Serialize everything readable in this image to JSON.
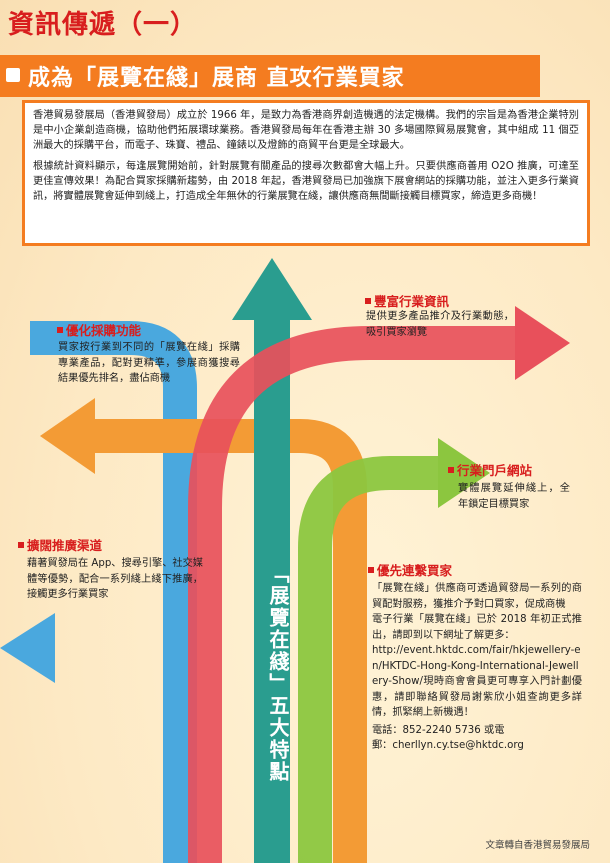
{
  "header": {
    "title": "資訊傳遞（一）",
    "banner": "成為「展覽在綫」展商 直攻行業買家"
  },
  "intro": {
    "p1": "香港貿易發展局（香港貿發局）成立於 1966 年，是致力為香港商界創造機遇的法定機構。我們的宗旨是為香港企業特別是中小企業創造商機，協助他們拓展環球業務。香港貿發局每年在香港主辦 30 多場國際貿易展覽會，其中組成 11 個亞洲最大的採購平台，而電子、珠寶、禮品、鐘錶以及燈飾的商貿平台更是全球最大。",
    "p2": "根據統計資料顯示，每逢展覽開始前，針對展覽有關產品的搜尋次數都會大幅上升。只要供應商善用 O2O 推廣，可達至更佳宣傳效果！為配合買家採購新趨勢，由 2018 年起，香港貿發局已加強旗下展會網站的採購功能，並注入更多行業資訊，將實體展覽會延伸到綫上，打造成全年無休的行業展覽在綫，讓供應商無間斷接觸目標買家，締造更多商機！"
  },
  "center_title": "「展覽在綫」五大特點",
  "sections": {
    "rich_info": {
      "title": "豐富行業資訊",
      "body": "提供更多產品推介及行業動態，吸引買家瀏覽"
    },
    "optimize": {
      "title": "優化採購功能",
      "body": "買家按行業到不同的「展覽在綫」採購專業產品，配對更精準，參展商獲搜尋結果優先排名，盡佔商機"
    },
    "portal": {
      "title": "行業門戶網站",
      "body": "實體展覽延伸綫上，全年鎖定目標買家"
    },
    "channels": {
      "title": "擴闊推廣渠道",
      "body": "藉著貿發局在 App、搜尋引擎、社交媒體等優勢，配合一系列綫上綫下推廣，接觸更多行業買家"
    },
    "priority": {
      "title": "優先連繫買家",
      "body1": "「展覽在綫」供應商可透過貿發局一系列的商貿配對服務，獲推介予對口買家，促成商機",
      "body2": "電子行業「展覽在綫」已於 2018 年初正式推出，請即到以下網址了解更多：",
      "url": "http://event.hktdc.com/fair/hkjewellery-en/HKTDC-Hong-Kong-International-Jewellery-Show/",
      "body3": "現時商會會員更可專享入門計劃優惠，請即聯絡貿發局謝紫欣小姐查詢更多詳情，抓緊網上新機遇！",
      "phone": "電話：852-2240 5736 或電",
      "email": "郵：cherllyn.cy.tse@hktdc.org"
    }
  },
  "footer": {
    "source": "文章轉自香港貿易發展局"
  },
  "colors": {
    "title_red": "#d81e1e",
    "banner_orange": "#f47c20",
    "arrow_teal": "#2a9d8f",
    "arrow_red": "#e8505b",
    "arrow_orange": "#f39b35",
    "arrow_green": "#8cc63f",
    "arrow_blue": "#4aa8de"
  }
}
